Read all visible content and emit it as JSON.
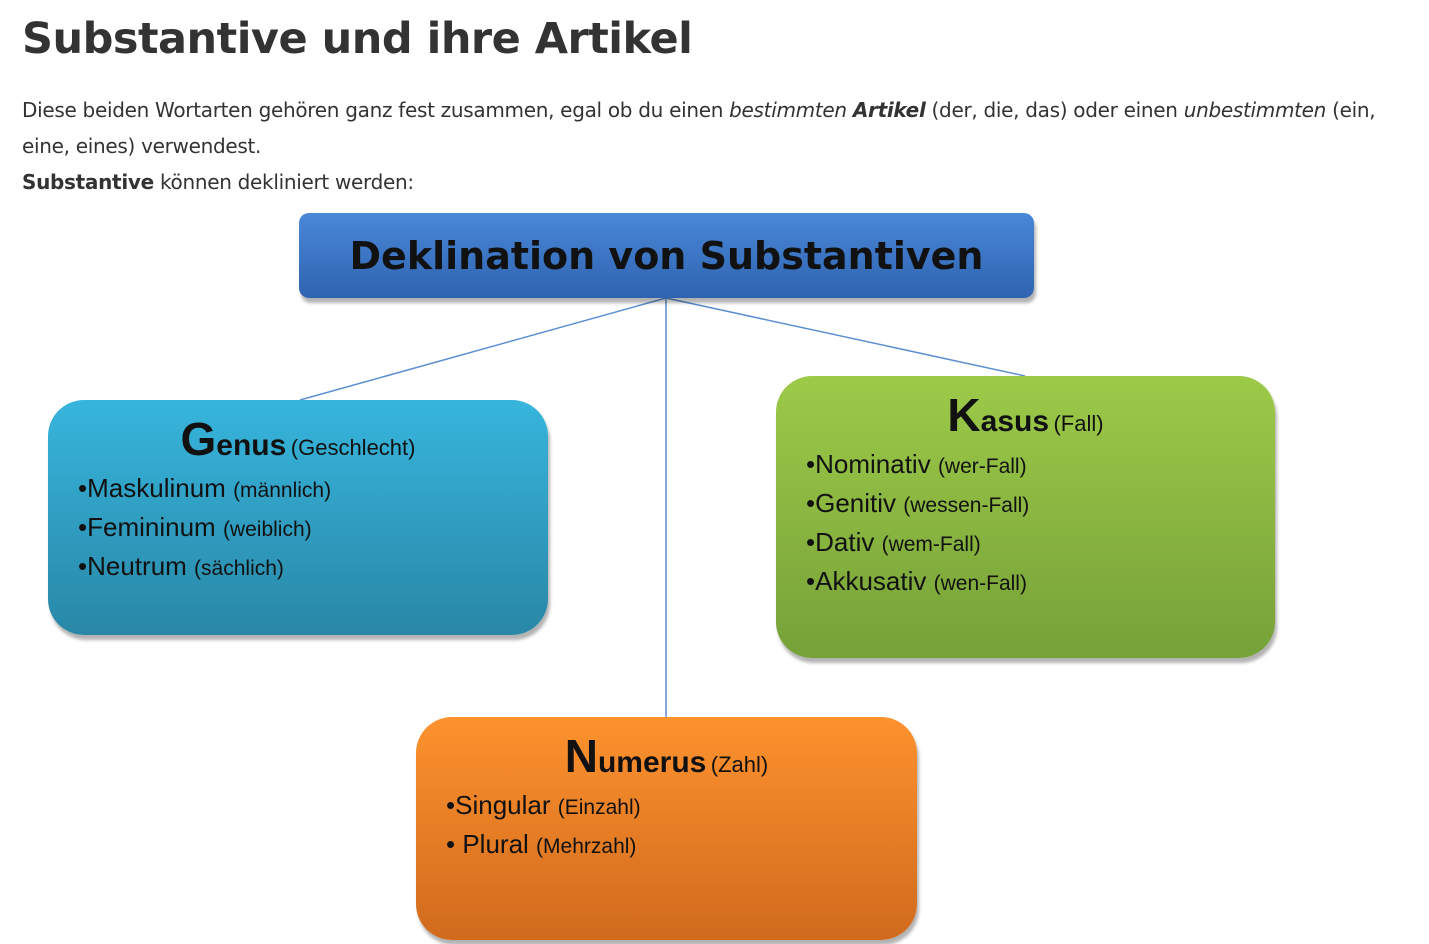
{
  "page": {
    "title": "Substantive und ihre Artikel",
    "intro": {
      "t1": "Diese beiden Wortarten gehören ganz fest zusammen, egal ob du einen ",
      "t2_italic": "bestimmten",
      "t3_bolditalic": "Artikel",
      "t4": " (der, die, das) oder einen ",
      "t5_italic": "unbestimmten",
      "t6": " (ein, eine, eines) verwendest.",
      "line2_bold": "Substantive",
      "line2_rest": " können dekliniert werden:"
    }
  },
  "diagram": {
    "header": "Deklination von Substantiven",
    "colors": {
      "header": "#3a74c4",
      "genus": "#30a0c4",
      "kasus": "#8cb840",
      "numerus": "#e87e26",
      "connector": "#5b8fd0"
    },
    "genus": {
      "first": "G",
      "rest": "enus",
      "paren": "(Geschlecht)",
      "items": [
        {
          "term": "Maskulinum",
          "note": "(männlich)"
        },
        {
          "term": "Femininum",
          "note": "(weiblich)"
        },
        {
          "term": "Neutrum",
          "note": "(sächlich)"
        }
      ]
    },
    "kasus": {
      "first": "K",
      "rest": "asus",
      "paren": "(Fall)",
      "items": [
        {
          "term": "Nominativ",
          "note": "(wer-Fall)"
        },
        {
          "term": "Genitiv",
          "note": "(wessen-Fall)"
        },
        {
          "term": "Dativ",
          "note": "(wem-Fall)"
        },
        {
          "term": "Akkusativ",
          "note": "(wen-Fall)"
        }
      ]
    },
    "numerus": {
      "first": "N",
      "rest": "umerus",
      "paren": "(Zahl)",
      "items": [
        {
          "term": "Singular",
          "note": "(Einzahl)"
        },
        {
          "term": " Plural",
          "note": "(Mehrzahl)"
        }
      ]
    }
  }
}
